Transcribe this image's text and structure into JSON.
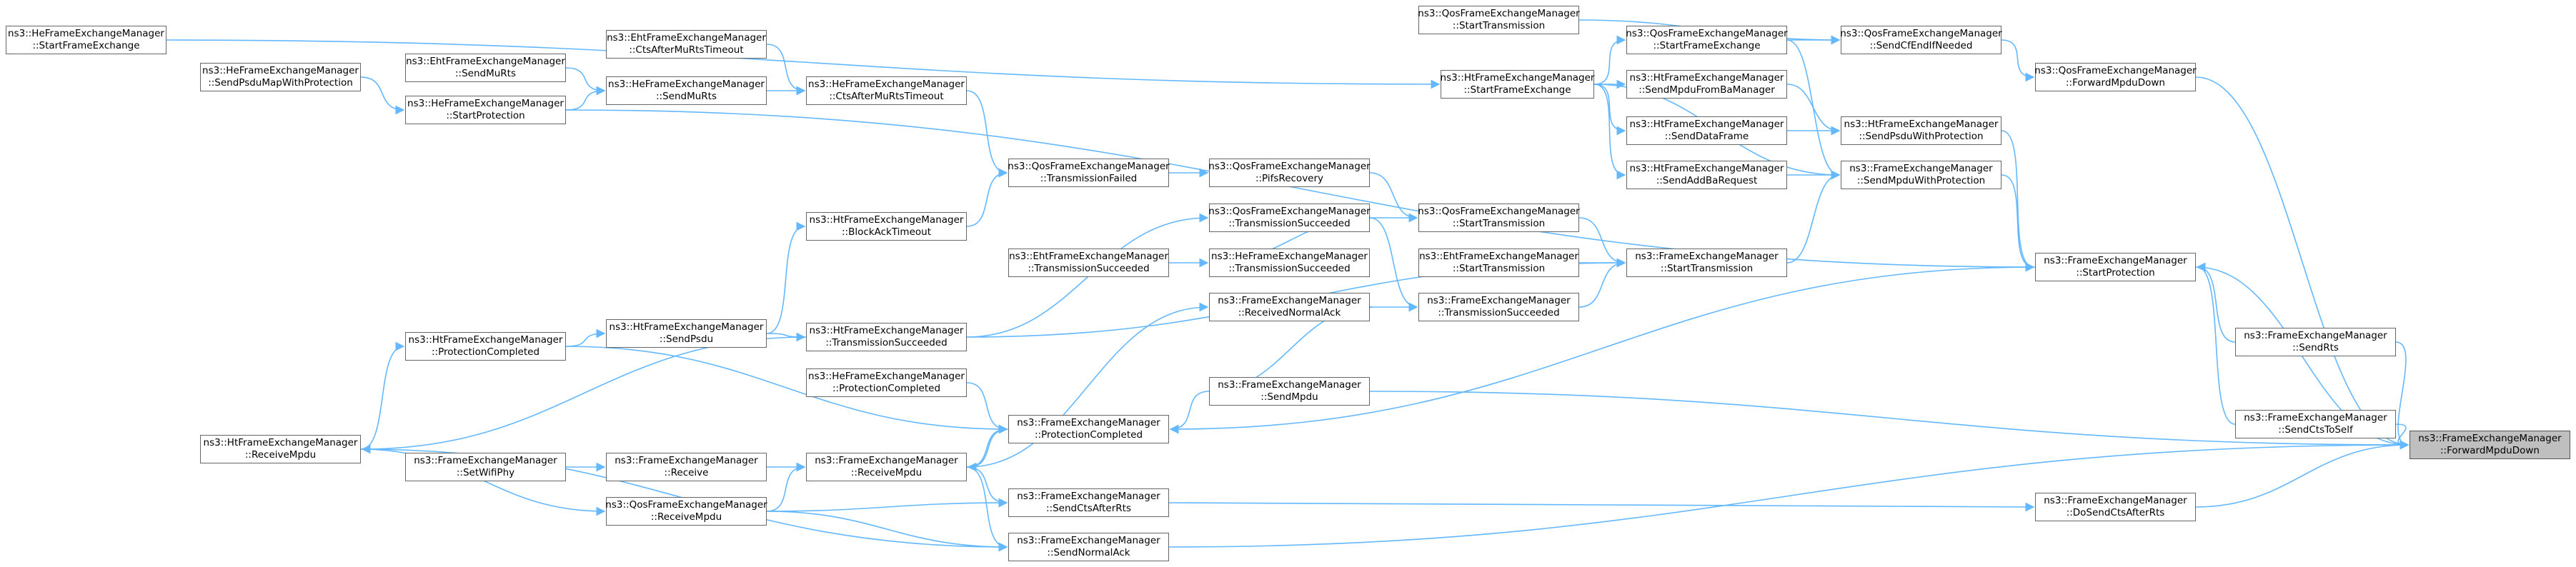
{
  "graph": {
    "title": "",
    "edge_color": "#63b8ff",
    "root_fill": "#bfbfbf",
    "node_border": "#666666",
    "nodes": {
      "root": [
        "ns3::FrameExchangeManager",
        "::ForwardMpduDown"
      ],
      "qfem_fwd": [
        "ns3::QosFrameExchangeManager",
        "::ForwardMpduDown"
      ],
      "qfem_cts": [
        "ns3::QosFrameExchangeManager",
        "::SendCfEndIfNeeded"
      ],
      "qfem_ste": [
        "ns3::QosFrameExchangeManager",
        "::StartTransmission"
      ],
      "qfem_sfe": [
        "ns3::QosFrameExchangeManager",
        "::StartFrameExchange"
      ],
      "htfem_sfe": [
        "ns3::HtFrameExchangeManager",
        "::StartFrameExchange"
      ],
      "hefem_sfe": [
        "ns3::HeFrameExchangeManager",
        "::StartFrameExchange"
      ],
      "hefem_spmwp": [
        "ns3::HeFrameExchangeManager",
        "::SendPsduMapWithProtection"
      ],
      "ehtfem_smurts": [
        "ns3::EhtFrameExchangeManager",
        "::SendMuRts"
      ],
      "hefem_smurts": [
        "ns3::HeFrameExchangeManager",
        "::SendMuRts"
      ],
      "hefem_sp": [
        "ns3::HeFrameExchangeManager",
        "::StartProtection"
      ],
      "ehtfem_camrt": [
        "ns3::EhtFrameExchangeManager",
        "::CtsAfterMuRtsTimeout"
      ],
      "hefem_camrt": [
        "ns3::HeFrameExchangeManager",
        "::CtsAfterMuRtsTimeout"
      ],
      "htfem_smfba": [
        "ns3::HtFrameExchangeManager",
        "::SendMpduFromBaManager"
      ],
      "htfem_sdf": [
        "ns3::HtFrameExchangeManager",
        "::SendDataFrame"
      ],
      "htfem_spwp": [
        "ns3::HtFrameExchangeManager",
        "::SendPsduWithProtection"
      ],
      "fem_smwp": [
        "ns3::FrameExchangeManager",
        "::SendMpduWithProtection"
      ],
      "htfem_saba": [
        "ns3::HtFrameExchangeManager",
        "::SendAddBaRequest"
      ],
      "qfem_tf": [
        "ns3::QosFrameExchangeManager",
        "::TransmissionFailed"
      ],
      "qfem_pifs": [
        "ns3::QosFrameExchangeManager",
        "::PifsRecovery"
      ],
      "qfem_st": [
        "ns3::QosFrameExchangeManager",
        "::StartTransmission"
      ],
      "htfem_bat": [
        "ns3::HtFrameExchangeManager",
        "::BlockAckTimeout"
      ],
      "qfem_ts": [
        "ns3::QosFrameExchangeManager",
        "::TransmissionSucceeded"
      ],
      "fem_st": [
        "ns3::FrameExchangeManager",
        "::StartTransmission"
      ],
      "fem_sp": [
        "ns3::FrameExchangeManager",
        "::StartProtection"
      ],
      "ehtfem_ts": [
        "ns3::EhtFrameExchangeManager",
        "::TransmissionSucceeded"
      ],
      "hefem_ts": [
        "ns3::HeFrameExchangeManager",
        "::TransmissionSucceeded"
      ],
      "ehtfem_st": [
        "ns3::EhtFrameExchangeManager",
        "::StartTransmission"
      ],
      "fem_rna": [
        "ns3::FrameExchangeManager",
        "::ReceivedNormalAck"
      ],
      "fem_ts": [
        "ns3::FrameExchangeManager",
        "::TransmissionSucceeded"
      ],
      "htfem_pc": [
        "ns3::HtFrameExchangeManager",
        "::ProtectionCompleted"
      ],
      "htfem_sendpsdu": [
        "ns3::HtFrameExchangeManager",
        "::SendPsdu"
      ],
      "htfem_ts": [
        "ns3::HtFrameExchangeManager",
        "::TransmissionSucceeded"
      ],
      "fem_sendrts": [
        "ns3::FrameExchangeManager",
        "::SendRts"
      ],
      "hefem_pc": [
        "ns3::HeFrameExchangeManager",
        "::ProtectionCompleted"
      ],
      "fem_sendmpdu": [
        "ns3::FrameExchangeManager",
        "::SendMpdu"
      ],
      "fem_pc": [
        "ns3::FrameExchangeManager",
        "::ProtectionCompleted"
      ],
      "fem_scts": [
        "ns3::FrameExchangeManager",
        "::SendCtsToSelf"
      ],
      "htfem_rm": [
        "ns3::HtFrameExchangeManager",
        "::ReceiveMpdu"
      ],
      "fem_swp": [
        "ns3::FrameExchangeManager",
        "::SetWifiPhy"
      ],
      "fem_receive": [
        "ns3::FrameExchangeManager",
        "::Receive"
      ],
      "fem_rm": [
        "ns3::FrameExchangeManager",
        "::ReceiveMpdu"
      ],
      "qfem_rm": [
        "ns3::QosFrameExchangeManager",
        "::ReceiveMpdu"
      ],
      "fem_scar": [
        "ns3::FrameExchangeManager",
        "::SendCtsAfterRts"
      ],
      "fem_dscar": [
        "ns3::FrameExchangeManager",
        "::DoSendCtsAfterRts"
      ],
      "fem_sna": [
        "ns3::FrameExchangeManager",
        "::SendNormalAck"
      ]
    }
  }
}
